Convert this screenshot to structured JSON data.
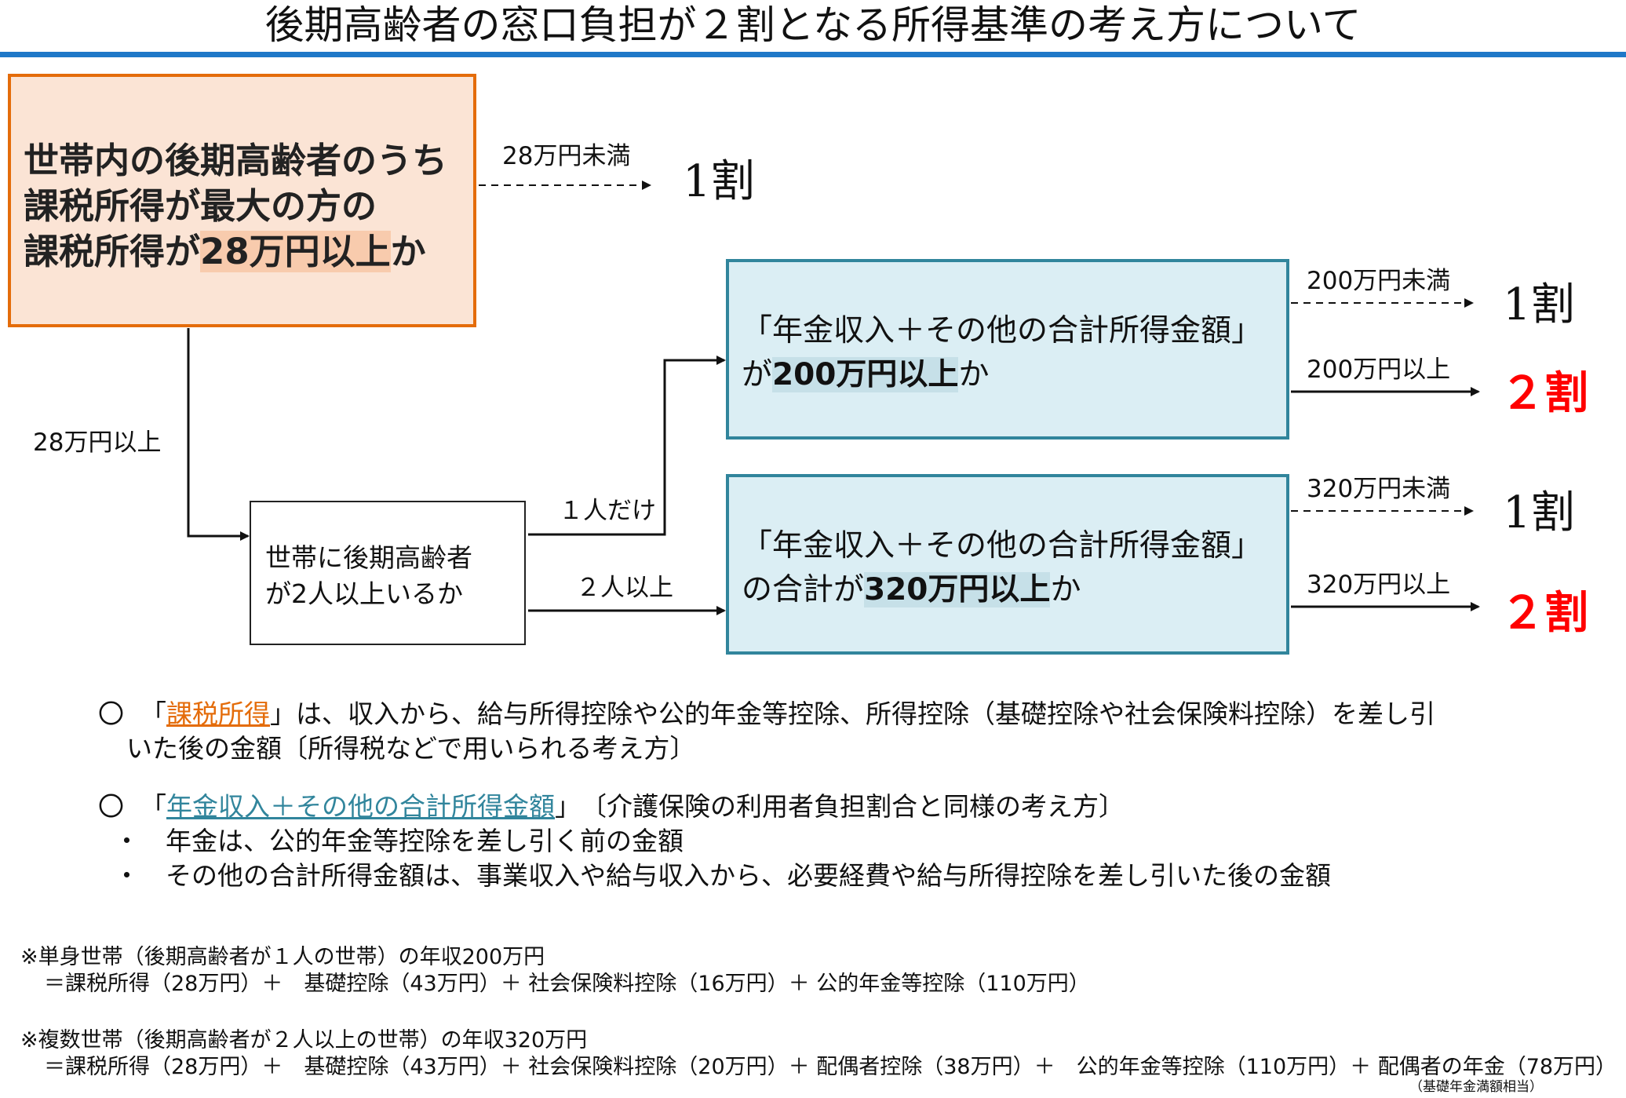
{
  "title": "後期高齢者の窓口負担が２割となる所得基準の考え方について",
  "colors": {
    "title_rule": "#1f78c8",
    "main_box_fill": "#fbe4d5",
    "main_box_border": "#e46c0a",
    "blue_box_fill": "#dbeef4",
    "blue_box_border": "#31859c",
    "two_wari": "#ff0000"
  },
  "main_box": {
    "line1": "世帯内の後期高齢者のうち",
    "line2": "課税所得が最大の方の",
    "line3_prefix": "課税所得が",
    "line3_highlight": "28万円以上",
    "line3_suffix": "か"
  },
  "branch_main_no": "28万円未満",
  "branch_main_yes": "28万円以上",
  "result_one": "1割",
  "result_two": "２割",
  "count_box": {
    "line1": "世帯に後期高齢者",
    "line2": "が2人以上いるか"
  },
  "branch_one_person": "１人だけ",
  "branch_two_plus": "２人以上",
  "single_box": {
    "line1": "「年金収入＋その他の合計所得金額」",
    "line2_prefix": "が",
    "line2_highlight": "200万円以上",
    "line2_suffix": "か"
  },
  "multi_box": {
    "line1": "「年金収入＋その他の合計所得金額」",
    "line2_prefix": "の合計が",
    "line2_highlight": "320万円以上",
    "line2_suffix": "か"
  },
  "single_no": "200万円未満",
  "single_yes": "200万円以上",
  "multi_no": "320万円未満",
  "multi_yes": "320万円以上",
  "notes": {
    "n1_bullet": "〇",
    "n1_open": "「",
    "n1_term": "課税所得",
    "n1_rest": "」は、収入から、給与所得控除や公的年金等控除、所得控除（基礎控除や社会保険料控除）を差し引",
    "n1_line2": "いた後の金額〔所得税などで用いられる考え方〕",
    "n2_bullet": "〇",
    "n2_open": "「",
    "n2_term": "年金収入＋その他の合計所得金額",
    "n2_rest": "」　〔介護保険の利用者負担割合と同様の考え方〕",
    "n2_sub1": "・　年金は、公的年金等控除を差し引く前の金額",
    "n2_sub2": "・　その他の合計所得金額は、事業収入や給与収入から、必要経費や給与所得控除を差し引いた後の金額"
  },
  "footnotes": {
    "f1_line1": "※単身世帯（後期高齢者が１人の世帯）の年収200万円",
    "f1_line2": "＝課税所得（28万円）＋　基礎控除（43万円）＋ 社会保険料控除（16万円）＋ 公的年金等控除（110万円）",
    "f2_line1": "※複数世帯（後期高齢者が２人以上の世帯）の年収320万円",
    "f2_line2": "＝課税所得（28万円）＋　基礎控除（43万円）＋ 社会保険料控除（20万円）＋ 配偶者控除（38万円）＋　公的年金等控除（110万円）＋ 配偶者の年金（78万円）",
    "f2_note": "（基礎年金満額相当）"
  }
}
